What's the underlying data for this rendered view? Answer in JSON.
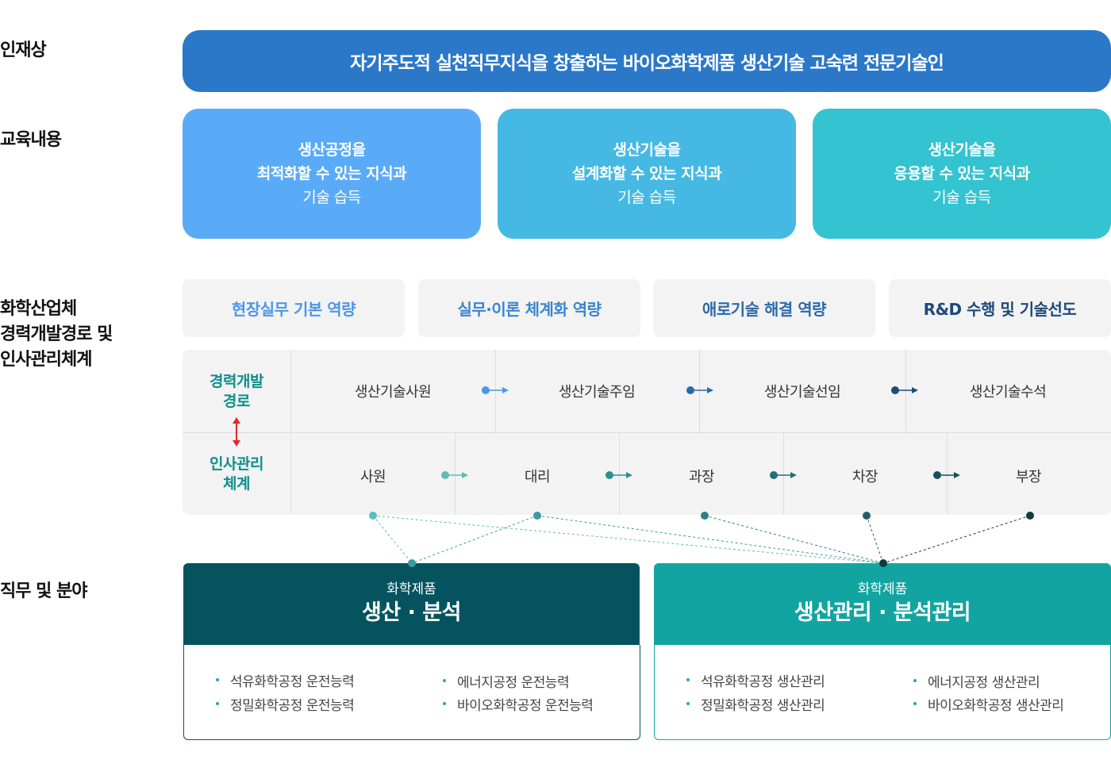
{
  "sections": {
    "talent": "인재상",
    "education": "교육내용",
    "career_line1": "화학산업체",
    "career_line2": "경력개발경로 및",
    "career_line3": "인사관리체계",
    "job": "직무 및 분야"
  },
  "talent_banner": "자기주도적 실천직무지식을 창출하는 바이오화학제품 생산기술 고숙련 전문기술인",
  "education_boxes": [
    {
      "line1": "생산공정을",
      "line2": "최적화할 수 있는 지식과",
      "line3": "기술 습득",
      "color": "#5aabf7"
    },
    {
      "line1": "생산기술을",
      "line2": "설계화할 수 있는 지식과",
      "line3": "기술 습득",
      "color": "#45b9e4"
    },
    {
      "line1": "생산기술을",
      "line2": "응용할 수 있는 지식과",
      "line3": "기술 습득",
      "color": "#33c3d1"
    }
  ],
  "competencies": [
    {
      "label": "현장실무 기본 역량",
      "color": "#4d97e6"
    },
    {
      "label": "실무·이론 체계화 역량",
      "color": "#3a86cc"
    },
    {
      "label": "애로기술 해결 역량",
      "color": "#2c6aa8"
    },
    {
      "label": "R&D 수행 및 기술선도",
      "color": "#1e4a7a"
    }
  ],
  "career_path": {
    "label_line1": "경력개발",
    "label_line2": "경로",
    "steps": [
      "생산기술사원",
      "생산기술주임",
      "생산기술선임",
      "생산기술수석"
    ],
    "arrow_colors": [
      "#4d97e6",
      "#2c6aa8",
      "#1e4a7a"
    ]
  },
  "hr_system": {
    "label_line1": "인사관리",
    "label_line2": "체계",
    "steps": [
      "사원",
      "대리",
      "과장",
      "차장",
      "부장"
    ],
    "arrow_colors": [
      "#5cbcbf",
      "#2e8f8f",
      "#246f78",
      "#16505a"
    ],
    "dot_colors": [
      "#5cbcbf",
      "#3a9a9c",
      "#2e7f86",
      "#1f5f66",
      "#0f3a40"
    ]
  },
  "jobs": [
    {
      "subtitle": "화학제품",
      "title": "생산 · 분석",
      "color": "#04535f",
      "items_col1": [
        "석유화학공정 운전능력",
        "정밀화학공정 운전능력"
      ],
      "items_col2": [
        "에너지공정 운전능력",
        "바이오화학공정 운전능력"
      ]
    },
    {
      "subtitle": "화학제품",
      "title": "생산관리 · 분석관리",
      "color": "#12a4a0",
      "items_col1": [
        "석유화학공정 생산관리",
        "정밀화학공정 생산관리"
      ],
      "items_col2": [
        "에너지공정 생산관리",
        "바이오화학공정 생산관리"
      ]
    }
  ]
}
